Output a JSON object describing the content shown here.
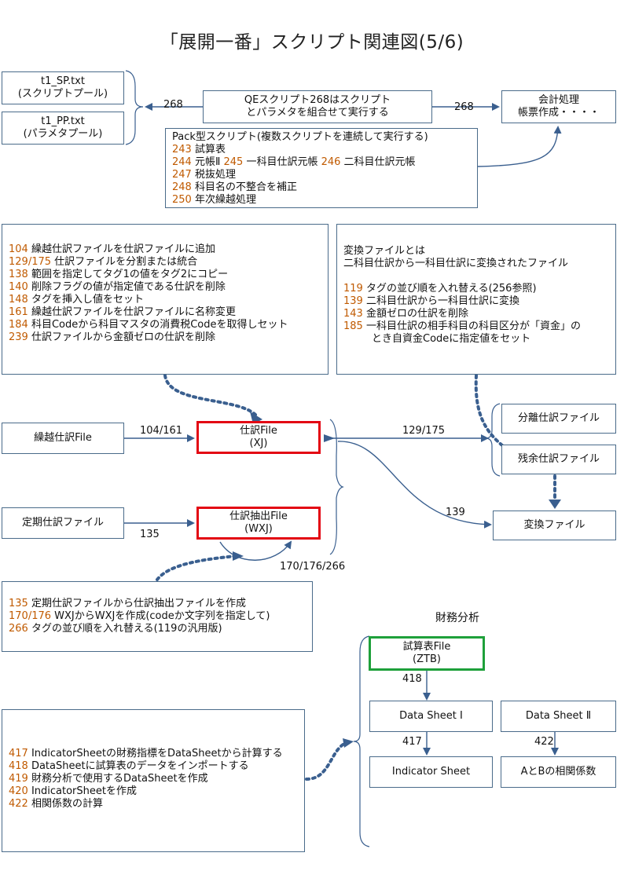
{
  "title": "「展開一番」スクリプト関連図(5/6)",
  "top": {
    "sp_box": [
      "t1_SP.txt",
      "(スクリプトプール)"
    ],
    "pp_box": [
      "t1_PP.txt",
      "(パラメタプール)"
    ],
    "qe_box": [
      "QEスクリプト268はスクリプト",
      "とパラメタを組合せて実行する"
    ],
    "acct_box": [
      "会計処理",
      "帳票作成・・・・"
    ],
    "arrow_left_label": "268",
    "arrow_right_label": "268",
    "pack": {
      "heading": "Pack型スクリプト(複数スクリプトを連続して実行する)",
      "lines": [
        [
          {
            "n": "243",
            "t": "試算表"
          }
        ],
        [
          {
            "n": "244",
            "t": "元帳Ⅱ  "
          },
          {
            "n": "245",
            "t": "一科目仕訳元帳  "
          },
          {
            "n": "246",
            "t": "二科目仕訳元帳"
          }
        ],
        [
          {
            "n": "247",
            "t": "税抜処理"
          }
        ],
        [
          {
            "n": "248",
            "t": "科目名の不整合を補正"
          }
        ],
        [
          {
            "n": "250",
            "t": "年次繰越処理"
          }
        ]
      ]
    }
  },
  "left_desc": [
    {
      "n": "104",
      "t": "繰越仕訳ファイルを仕訳ファイルに追加"
    },
    {
      "n": "129/175",
      "t": "仕訳ファイルを分割または統合"
    },
    {
      "n": "138",
      "t": "範囲を指定してタグ1の値をタグ2にコピー"
    },
    {
      "n": "140",
      "t": "削除フラグの値が指定値である仕訳を削除"
    },
    {
      "n": "148",
      "t": "タグを挿入し値をセット"
    },
    {
      "n": "161",
      "t": "繰越仕訳ファイルを仕訳ファイルに名称変更"
    },
    {
      "n": "184",
      "t": "科目Codeから科目マスタの消費税Codeを取得しセット"
    },
    {
      "n": "239",
      "t": "仕訳ファイルから金額ゼロの仕訳を削除"
    }
  ],
  "right_desc": {
    "heading1": "変換ファイルとは",
    "heading2": "二科目仕訳から一科目仕訳に変換されたファイル",
    "lines": [
      {
        "n": "119",
        "t": "タグの並び順を入れ替える(256参照)"
      },
      {
        "n": "139",
        "t": "二科目仕訳から一科目仕訳に変換"
      },
      {
        "n": "143",
        "t": "金額ゼロの仕訳を削除"
      },
      {
        "n": "185",
        "t": "一科目仕訳の相手科目の科目区分が「資金」の"
      }
    ],
    "continuation": "とき自資金Codeに指定値をセット"
  },
  "mid": {
    "kurikoshi": "繰越仕訳File",
    "shiwake": [
      "仕訳File",
      "(XJ)"
    ],
    "bunri": "分離仕訳ファイル",
    "zanyo": "残余仕訳ファイル",
    "teiki": "定期仕訳ファイル",
    "chushutsu": [
      "仕訳抽出File",
      "(WXJ)"
    ],
    "henkan": "変換ファイル",
    "label_104_161": "104/161",
    "label_129_175": "129/175",
    "label_135": "135",
    "label_139": "139",
    "label_170": "170/176/266"
  },
  "lower_desc": [
    {
      "n": "135",
      "t": "定期仕訳ファイルから仕訳抽出ファイルを作成"
    },
    {
      "n": "170/176",
      "t": "WXJからWXJを作成(codeか文字列を指定して)"
    },
    {
      "n": "266",
      "t": " タグの並び順を入れ替える(119の汎用版)"
    }
  ],
  "finance": {
    "heading": "財務分析",
    "ztb": [
      "試算表File",
      "(ZTB)"
    ],
    "ds1": "Data Sheet Ⅰ",
    "ds2": "Data Sheet Ⅱ",
    "indicator": "Indicator Sheet",
    "corr": "AとBの相関係数",
    "label_418": "418",
    "label_417": "417",
    "label_422": "422"
  },
  "finance_desc": [
    {
      "n": "417",
      "t": "IndicatorSheetの財務指標をDataSheetから計算する"
    },
    {
      "n": "418",
      "t": "DataSheetに試算表のデータをインポートする"
    },
    {
      "n": "419",
      "t": "財務分析で使用するDataSheetを作成"
    },
    {
      "n": "420",
      "t": "IndicatorSheetを作成"
    },
    {
      "n": "422",
      "t": "相関係数の計算"
    }
  ],
  "colors": {
    "accent_line": "#3a5f8f",
    "number": "#c05a00",
    "highlight_red": "#e30613",
    "highlight_green": "#1ea03a"
  }
}
